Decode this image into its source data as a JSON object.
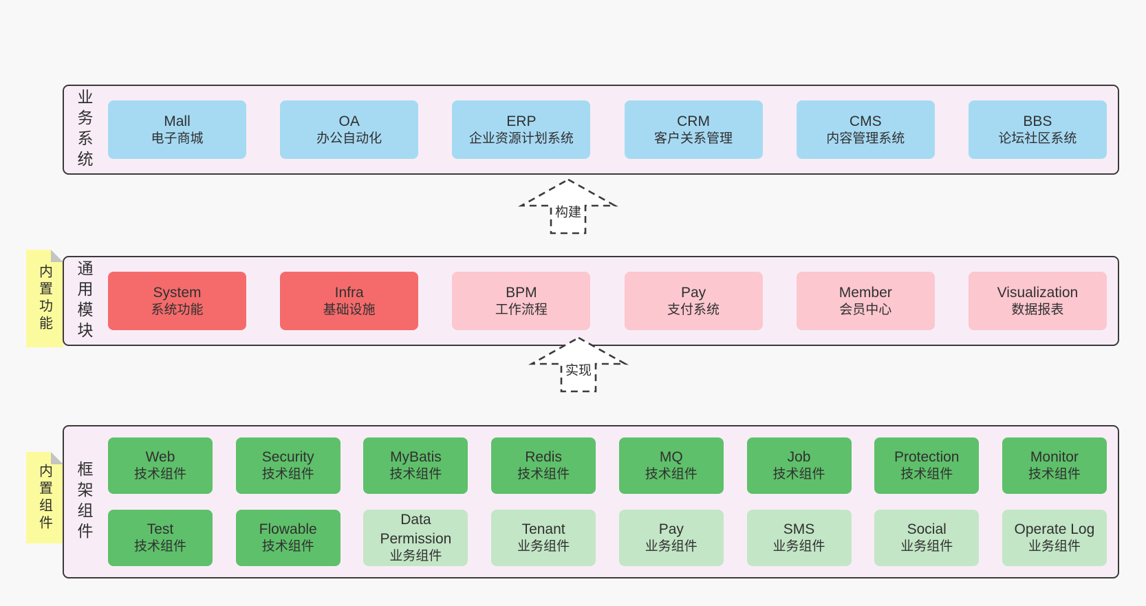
{
  "colors": {
    "page_bg": "#f8f8f8",
    "panel_bg": "#f8edf6",
    "panel_border": "#3a3a3a",
    "blue_box": "#a6daf3",
    "red_box": "#f56b6b",
    "pink_box": "#fcc7cf",
    "green_box": "#5ec06a",
    "light_green_box": "#c3e6c6",
    "note_yellow": "#fbfb9d",
    "note_fold_gray": "#c4c4c4",
    "text": "#303030"
  },
  "business_layer": {
    "label": "业务系统",
    "boxes": [
      {
        "title": "Mall",
        "subtitle": "电子商城"
      },
      {
        "title": "OA",
        "subtitle": "办公自动化"
      },
      {
        "title": "ERP",
        "subtitle": "企业资源计划系统"
      },
      {
        "title": "CRM",
        "subtitle": "客户关系管理"
      },
      {
        "title": "CMS",
        "subtitle": "内容管理系统"
      },
      {
        "title": "BBS",
        "subtitle": "论坛社区系统"
      }
    ]
  },
  "arrows": {
    "build": "构建",
    "implement": "实现"
  },
  "module_layer": {
    "note": "内置功能",
    "label": "通用模块",
    "boxes": [
      {
        "title": "System",
        "subtitle": "系统功能"
      },
      {
        "title": "Infra",
        "subtitle": "基础设施"
      },
      {
        "title": "BPM",
        "subtitle": "工作流程"
      },
      {
        "title": "Pay",
        "subtitle": "支付系统"
      },
      {
        "title": "Member",
        "subtitle": "会员中心"
      },
      {
        "title": "Visualization",
        "subtitle": "数据报表"
      }
    ]
  },
  "component_layer": {
    "note": "内置组件",
    "label": "框架组件",
    "rows": [
      [
        {
          "title": "Web",
          "subtitle": "技术组件"
        },
        {
          "title": "Security",
          "subtitle": "技术组件"
        },
        {
          "title": "MyBatis",
          "subtitle": "技术组件"
        },
        {
          "title": "Redis",
          "subtitle": "技术组件"
        },
        {
          "title": "MQ",
          "subtitle": "技术组件"
        },
        {
          "title": "Job",
          "subtitle": "技术组件"
        },
        {
          "title": "Protection",
          "subtitle": "技术组件"
        },
        {
          "title": "Monitor",
          "subtitle": "技术组件"
        }
      ],
      [
        {
          "title": "Test",
          "subtitle": "技术组件"
        },
        {
          "title": "Flowable",
          "subtitle": "技术组件"
        },
        {
          "title": "Data Permission",
          "subtitle": "业务组件"
        },
        {
          "title": "Tenant",
          "subtitle": "业务组件"
        },
        {
          "title": "Pay",
          "subtitle": "业务组件"
        },
        {
          "title": "SMS",
          "subtitle": "业务组件"
        },
        {
          "title": "Social",
          "subtitle": "业务组件"
        },
        {
          "title": "Operate Log",
          "subtitle": "业务组件"
        }
      ]
    ]
  }
}
